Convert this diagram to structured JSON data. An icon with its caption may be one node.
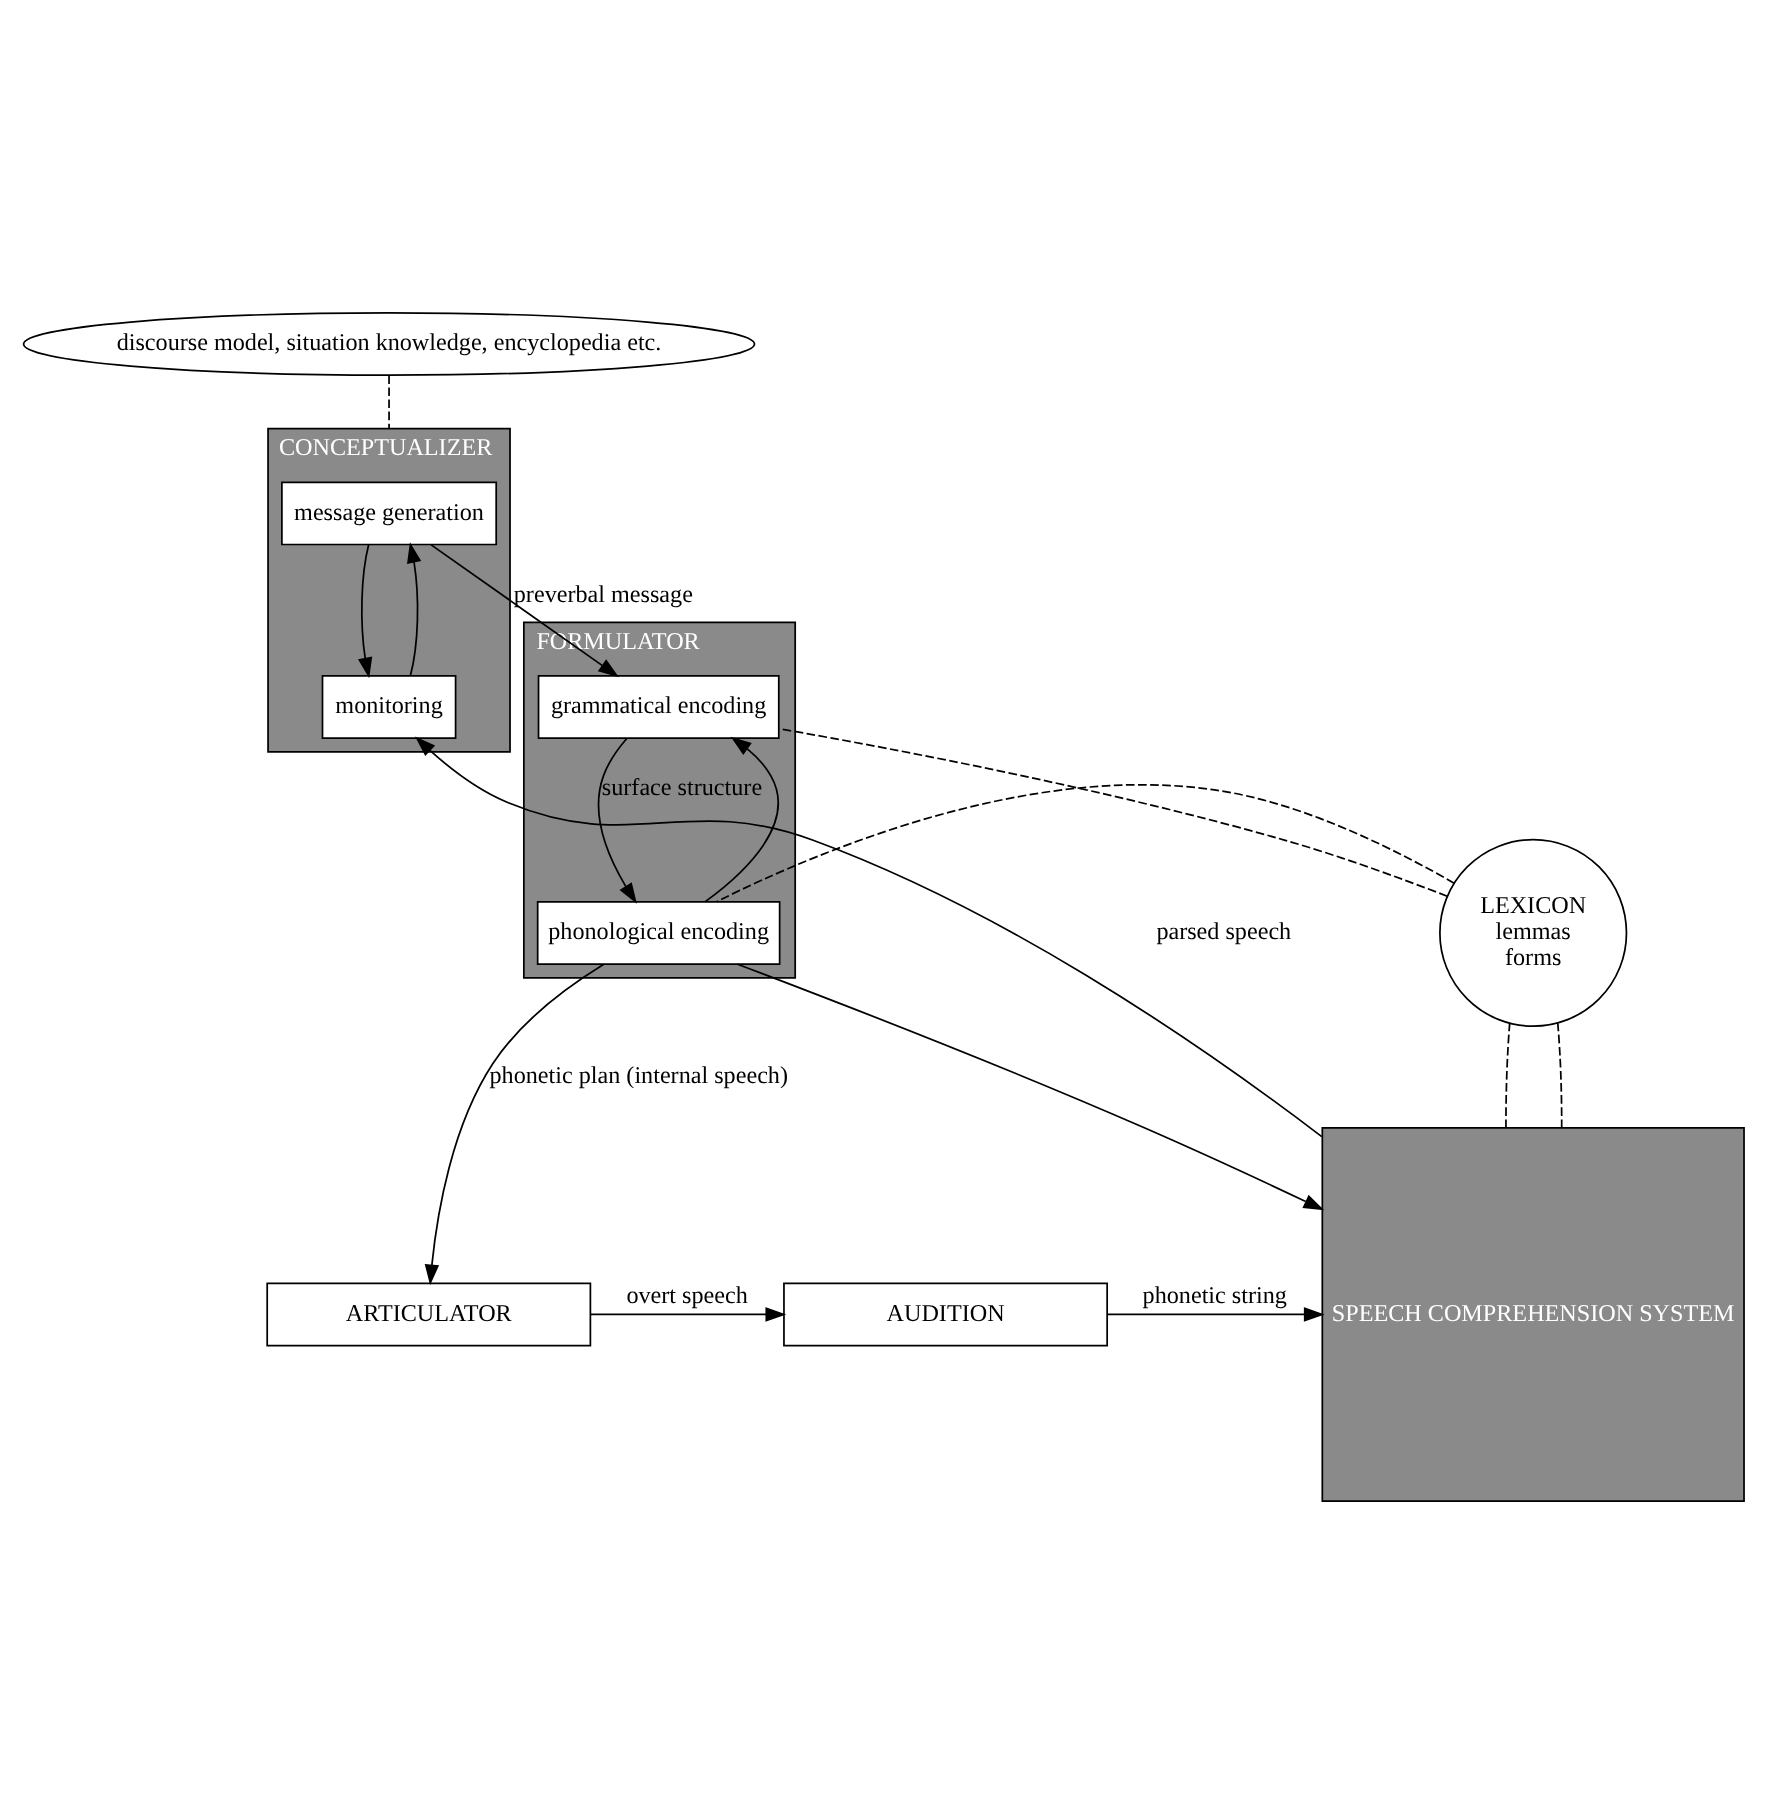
{
  "diagram": {
    "nodes": [
      {
        "text": [
          "CONCEPTUALIZER"
        ]
      },
      {
        "text": [
          "message generation"
        ],
        "in": 0
      },
      {
        "text": [
          "monitoring"
        ],
        "in": 0
      },
      {
        "text": [
          "discourse model, situation knowledge, encyclopedia etc."
        ]
      },
      {
        "text": [
          "FORMULATOR"
        ]
      },
      {
        "text": [
          "grammatical encoding"
        ],
        "in": 4
      },
      {
        "text": [
          "phonological encoding"
        ],
        "in": 4
      },
      {
        "text": [
          "LEXICON",
          "lemmas",
          "forms"
        ]
      },
      {
        "text": [
          "SPEECH COMPREHENSION SYSTEM"
        ]
      },
      {
        "text": [
          "ARTICULATOR"
        ]
      },
      {
        "text": [
          "AUDITION"
        ]
      }
    ],
    "edges": [
      {
        "from": 1,
        "to": 5,
        "arrow": "to",
        "label": "preverbal message"
      },
      {
        "from": 1,
        "to": 2,
        "arrow": "to"
      },
      {
        "from": 2,
        "to": 1,
        "arrow": "to"
      },
      {
        "from": 3,
        "to": 0,
        "arrow": "none",
        "style": "dashed"
      },
      {
        "from": 8,
        "to": 2,
        "arrow": "to",
        "label": "parsed speech"
      },
      {
        "from": 5,
        "to": 6,
        "arrow": "to",
        "label": "surface structure"
      },
      {
        "from": 6,
        "to": 5,
        "arrow": "to"
      },
      {
        "from": 7,
        "to": 5,
        "arrow": "none",
        "style": "dashed"
      },
      {
        "from": 7,
        "to": 6,
        "arrow": "none",
        "style": "dashed"
      },
      {
        "from": 7,
        "to": 8,
        "arrow": "none",
        "style": "dashed"
      },
      {
        "from": 7,
        "to": 8,
        "arrow": "none",
        "style": "dashed"
      },
      {
        "from": 6,
        "to": 9,
        "arrow": "to",
        "label": "phonetic plan (internal speech)"
      },
      {
        "from": 6,
        "to": 8,
        "arrow": "to"
      },
      {
        "from": 9,
        "to": 10,
        "arrow": "to",
        "label": "overt speech"
      },
      {
        "from": 10,
        "to": 8,
        "arrow": "to",
        "label": "phonetic string"
      }
    ]
  }
}
